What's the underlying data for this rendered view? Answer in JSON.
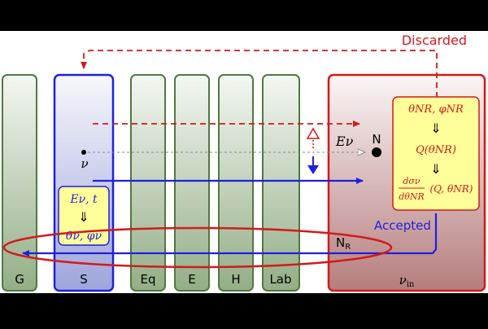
{
  "columns": [
    {
      "label": "G"
    },
    {
      "label": "S"
    },
    {
      "label": "Eq"
    },
    {
      "label": "E"
    },
    {
      "label": "H"
    },
    {
      "label": "Lab"
    }
  ],
  "nu_in_label": "ν",
  "nu_in_sub": "in",
  "source_point_label": "ν",
  "source_box": {
    "line1": "Eν, t",
    "arrow": "⇓",
    "line3": "θν, φν"
  },
  "nucleus_label": "N",
  "energy_label": "Eν",
  "recoil_label": "N",
  "recoil_sub": "R",
  "discarded_label": "Discarded",
  "accepted_label": "Accepted",
  "result_box": {
    "line1": "θNR, φNR",
    "arrow1": "⇓",
    "line2": "Q(θNR)",
    "arrow2": "⇓",
    "line3_num": "dσν",
    "line3_den": "dθNR",
    "line3_tail": "(Q, θNR)"
  },
  "colors": {
    "background": "#ffffff",
    "frame": "#000000",
    "green_border": "#4f7a3e",
    "green_top": "#f3f6f2",
    "green_bottom": "#93ae86",
    "blue_border": "#1f1fe0",
    "blue_bottom": "#9ea5db",
    "red_border": "#d21a1a",
    "red_bottom": "#b57d7d",
    "yellow_box": "#ffff99",
    "yellow_border_blue": "#1f1fe0",
    "yellow_border_red": "#d21a1a"
  }
}
